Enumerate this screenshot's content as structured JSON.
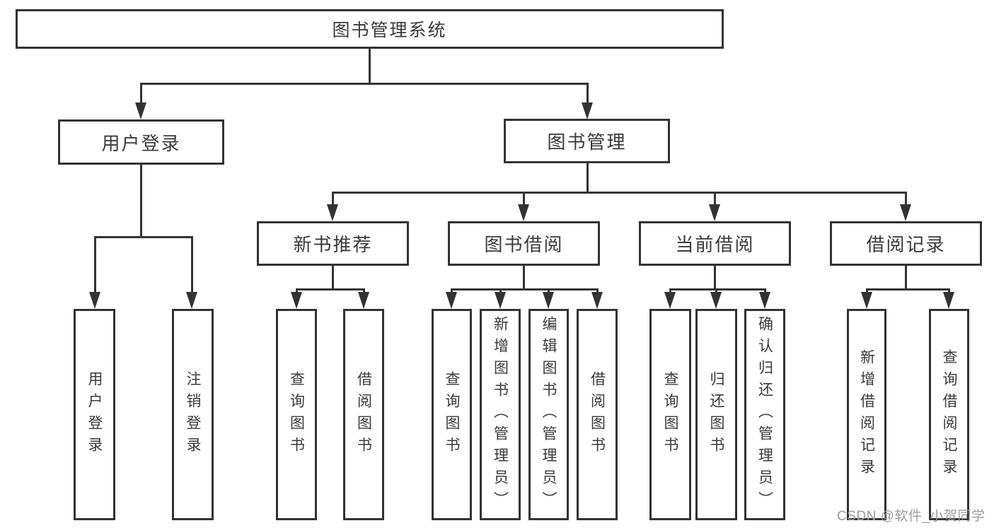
{
  "title": {
    "label": "图书管理系统"
  },
  "level2": [
    {
      "label": "用户登录"
    },
    {
      "label": "图书管理"
    }
  ],
  "level3": [
    {
      "label": "新书推荐"
    },
    {
      "label": "图书借阅"
    },
    {
      "label": "当前借阅"
    },
    {
      "label": "借阅记录"
    }
  ],
  "leaves": {
    "user_login": [
      {
        "label": "用户登录"
      },
      {
        "label": "注销登录"
      }
    ],
    "new_book": [
      {
        "label": "查询图书"
      },
      {
        "label": "借阅图书"
      }
    ],
    "book_borrow": [
      {
        "label": "查询图书"
      },
      {
        "label": "新增图书（管理员）"
      },
      {
        "label": "编辑图书（管理员）"
      },
      {
        "label": "借阅图书"
      }
    ],
    "current_borrow": [
      {
        "label": "查询图书"
      },
      {
        "label": "归还图书"
      },
      {
        "label": "确认归还（管理员）"
      }
    ],
    "records": [
      {
        "label": "新增借阅记录"
      },
      {
        "label": "查询借阅记录"
      }
    ]
  },
  "watermark": "CSDN @软件_小贺同学",
  "colors": {
    "line": "#333333",
    "background": "#ffffff",
    "watermark": "#9c9c9c"
  }
}
